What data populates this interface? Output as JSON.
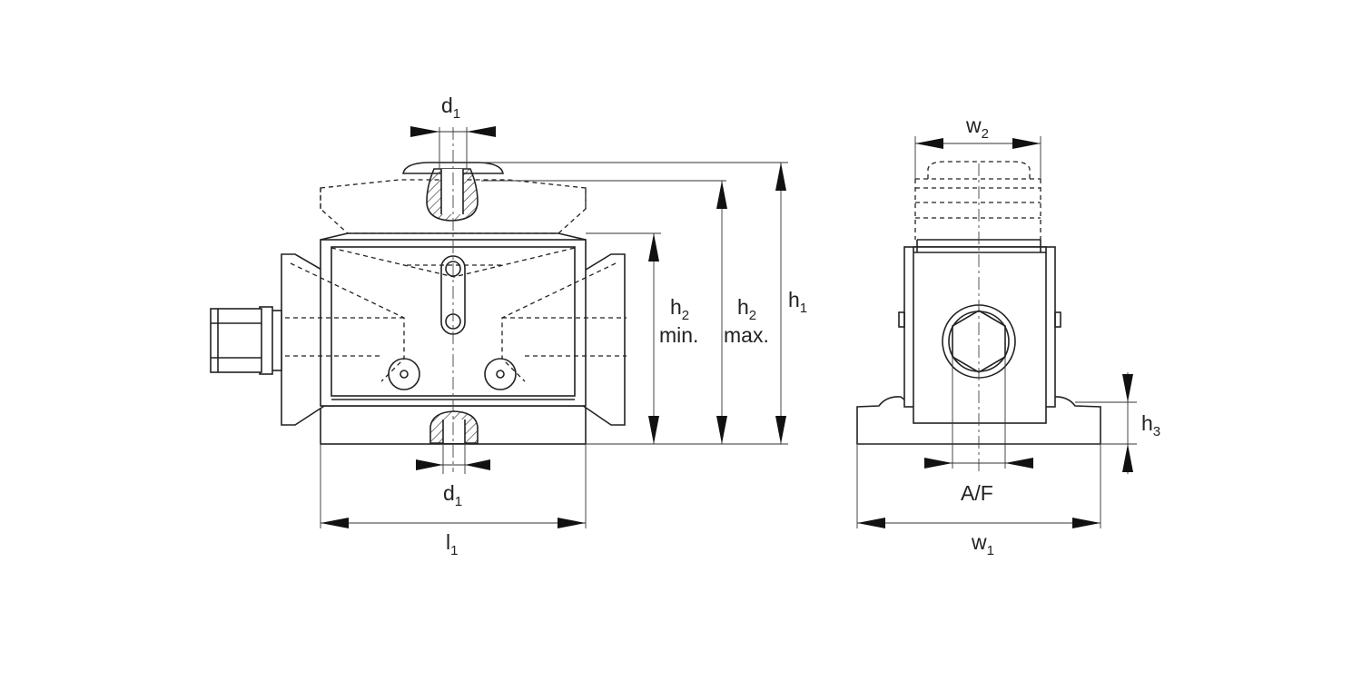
{
  "labels": {
    "d1_top": {
      "main": "d",
      "sub": "1"
    },
    "d1_bottom": {
      "main": "d",
      "sub": "1"
    },
    "l1": {
      "main": "l",
      "sub": "1"
    },
    "h2_min": {
      "main": "h",
      "sub": "2",
      "line2": "min."
    },
    "h2_max": {
      "main": "h",
      "sub": "2",
      "line2": "max."
    },
    "h1": {
      "main": "h",
      "sub": "1"
    },
    "w2": {
      "main": "w",
      "sub": "2"
    },
    "w1": {
      "main": "w",
      "sub": "1"
    },
    "h3": {
      "main": "h",
      "sub": "3"
    },
    "af": {
      "main": "A/F"
    }
  }
}
